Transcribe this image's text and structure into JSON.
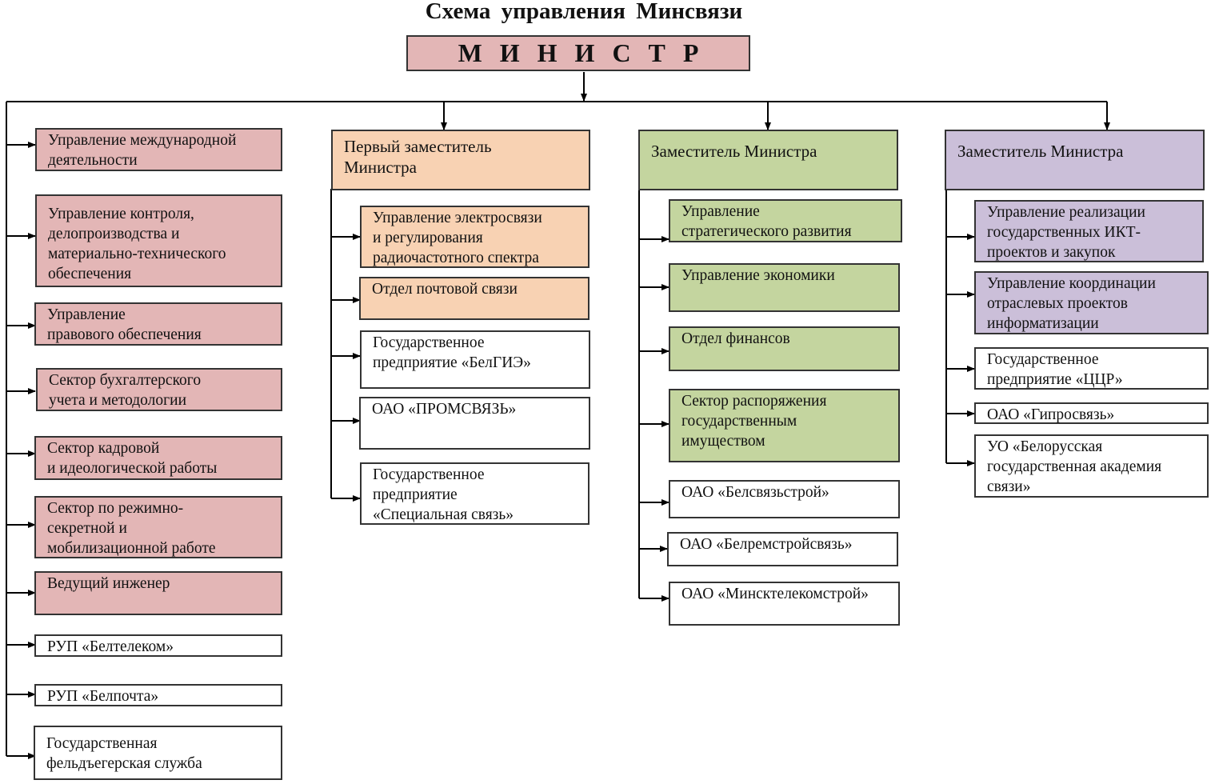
{
  "title": "Схема управления Минсвязи",
  "minister": {
    "label": "МИНИСТР"
  },
  "colors": {
    "minister": "#e3b6b6",
    "direct_units": "#e3b6b6",
    "first_deputy": "#f8d2b3",
    "deputy_economy": "#c4d59f",
    "deputy_ict": "#cbbfd9",
    "enterprise": "#ffffff",
    "line": "#000000"
  },
  "columns": [
    {
      "head": null,
      "items": [
        {
          "label": "Управление международной\nдеятельности",
          "type": "unit"
        },
        {
          "label": "Управление контроля,\nделопроизводства и\nматериально-технического\nобеспечения",
          "type": "unit"
        },
        {
          "label": " Управление\nправового обеспечения",
          "type": "unit"
        },
        {
          "label": "Сектор бухгалтерского\nучета и методологии",
          "type": "unit"
        },
        {
          "label": "Сектор кадровой\nи идеологической работы",
          "type": "unit"
        },
        {
          "label": "Сектор по режимно-\nсекретной и\nмобилизационной работе",
          "type": "unit"
        },
        {
          "label": "Ведущий инженер",
          "type": "unit"
        },
        {
          "label": "РУП «Белтелеком»",
          "type": "enterprise"
        },
        {
          "label": "РУП «Белпочта»",
          "type": "enterprise"
        },
        {
          "label": "Государственная\nфельдъегерская служба",
          "type": "enterprise"
        }
      ]
    },
    {
      "head": "Первый заместитель\nМинистра",
      "items": [
        {
          "label": "Управление электросвязи\nи регулирования\nрадиочастотного спектра",
          "type": "unit"
        },
        {
          "label": "Отдел почтовой связи",
          "type": "unit"
        },
        {
          "label": "Государственное\nпредприятие «БелГИЭ»",
          "type": "enterprise"
        },
        {
          "label": "ОАО «ПРОМСВЯЗЬ»",
          "type": "enterprise"
        },
        {
          "label": "Государственное\nпредприятие\n«Специальная связь»",
          "type": "enterprise"
        }
      ]
    },
    {
      "head": "Заместитель Министра",
      "items": [
        {
          "label": "Управление\nстратегического развития",
          "type": "unit"
        },
        {
          "label": "Управление экономики",
          "type": "unit"
        },
        {
          "label": "Отдел финансов",
          "type": "unit"
        },
        {
          "label": "Сектор распоряжения\nгосударственным\nимуществом",
          "type": "unit"
        },
        {
          "label": "ОАО «Белсвязьстрой»",
          "type": "enterprise"
        },
        {
          "label": "ОАО «Белремстройсвязь»",
          "type": "enterprise"
        },
        {
          "label": "ОАО «Минсктелекомстрой»",
          "type": "enterprise"
        }
      ]
    },
    {
      "head": "Заместитель Министра",
      "items": [
        {
          "label": "Управление  реализации\nгосударственных   ИКТ-\nпроектов и закупок",
          "type": "unit"
        },
        {
          "label": "Управление координации\nотраслевых проектов\nинформатизации",
          "type": "unit"
        },
        {
          "label": "Государственное\nпредприятие «ЦЦР»",
          "type": "enterprise"
        },
        {
          "label": "ОАО «Гипросвязь»",
          "type": "enterprise"
        },
        {
          "label": "УО «Белорусская\nгосударственная академия\nсвязи»",
          "type": "enterprise"
        }
      ]
    }
  ]
}
